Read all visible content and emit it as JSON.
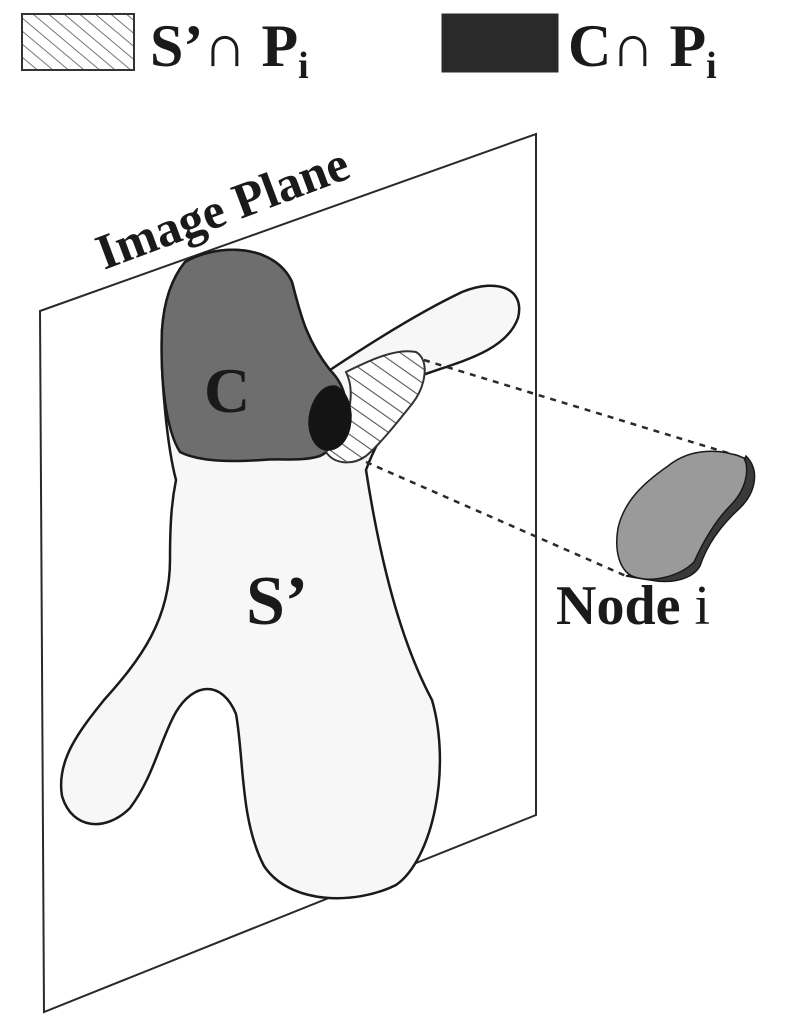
{
  "legend": {
    "items": [
      {
        "swatch": "hatched",
        "label_main": "S’∩ P",
        "label_sub": "i"
      },
      {
        "swatch": "solid-dark",
        "label_main": "C∩ P",
        "label_sub": "i"
      }
    ]
  },
  "plane": {
    "title": "Image Plane"
  },
  "regions": {
    "c_label": "C",
    "s_label": "S’"
  },
  "node": {
    "label_bold": "Node",
    "label_plain": " i"
  },
  "colors": {
    "outline": "#1a1a1a",
    "c_region": "#6e6e6e",
    "intersection": "#141414",
    "hatch": "#555555",
    "s_region": "#f7f7f7",
    "node_fill": "#9a9a9a",
    "node_shadow": "#3a3a3a",
    "background": "#ffffff"
  }
}
